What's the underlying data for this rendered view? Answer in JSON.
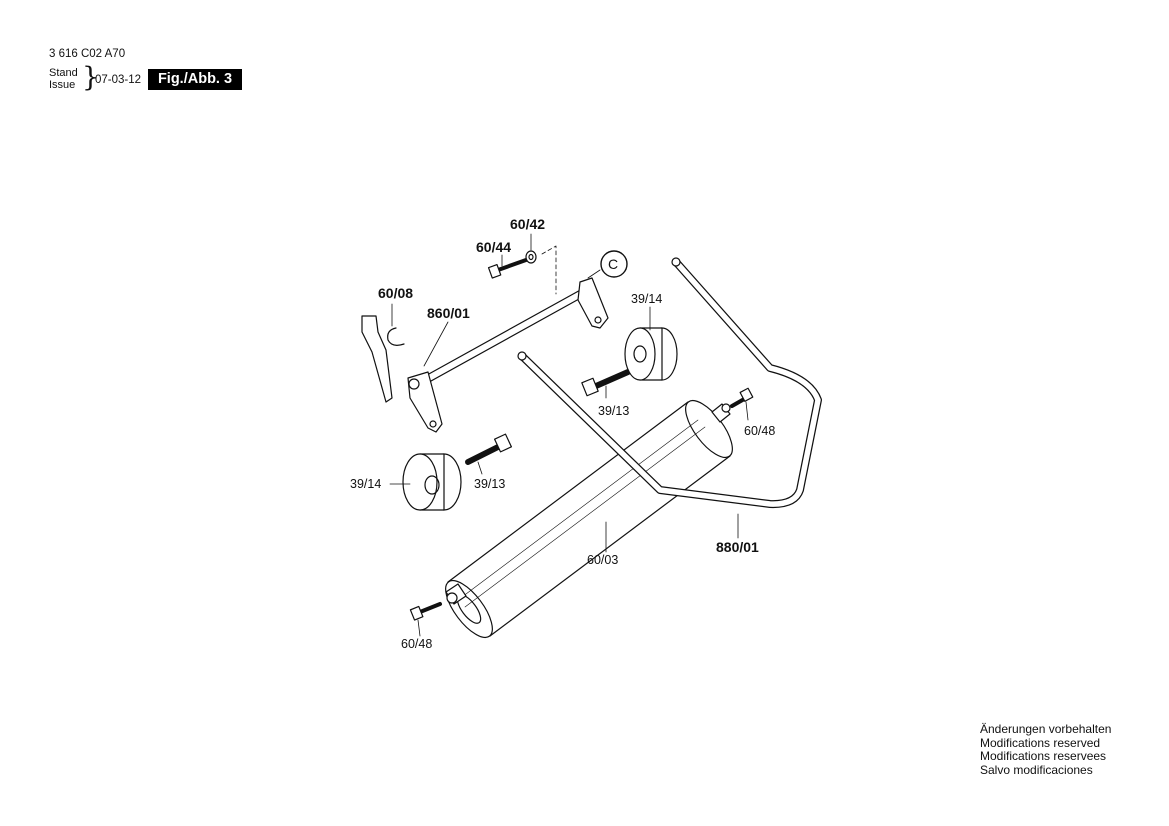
{
  "header": {
    "document_number": "3 616 C02 A70",
    "stand_label": "Stand",
    "issue_label": "Issue",
    "brace": "}",
    "date": "07-03-12",
    "figure_label": "Fig./Abb. 3"
  },
  "callouts": {
    "c_60_42": "60/42",
    "c_60_44": "60/44",
    "c_C": "C",
    "c_60_08": "60/08",
    "c_860_01": "860/01",
    "c_39_14_top": "39/14",
    "c_39_13_top": "39/13",
    "c_60_48_right": "60/48",
    "c_39_14_left": "39/14",
    "c_39_13_left": "39/13",
    "c_60_03": "60/03",
    "c_880_01": "880/01",
    "c_60_48_bottom": "60/48"
  },
  "notes": [
    "Änderungen vorbehalten",
    "Modifications reserved",
    "Modifications reservees",
    "Salvo modificaciones"
  ]
}
